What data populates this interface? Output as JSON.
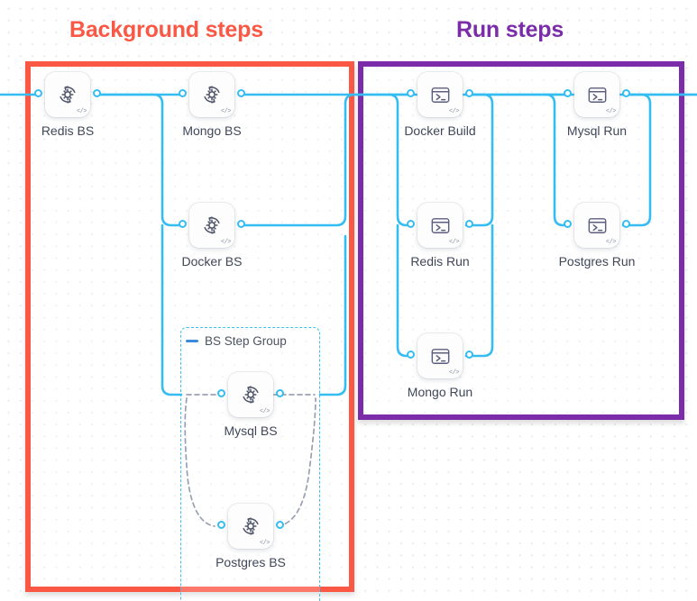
{
  "sections": [
    {
      "id": "background",
      "title": "Background steps",
      "color": "#fb5745"
    },
    {
      "id": "run",
      "title": "Run steps",
      "color": "#7b2ca8"
    }
  ],
  "group": {
    "label": "BS Step Group",
    "collapse_icon": "minus-icon",
    "border_color": "#3ec0f0"
  },
  "nodes": [
    {
      "id": "redis-bs",
      "label": "Redis BS",
      "icon": "gear-sync-icon",
      "badge": "</>"
    },
    {
      "id": "mongo-bs",
      "label": "Mongo BS",
      "icon": "gear-sync-icon",
      "badge": "</>"
    },
    {
      "id": "docker-bs",
      "label": "Docker BS",
      "icon": "gear-sync-icon",
      "badge": "</>"
    },
    {
      "id": "mysql-bs",
      "label": "Mysql BS",
      "icon": "gear-sync-icon",
      "badge": "</>"
    },
    {
      "id": "postgres-bs",
      "label": "Postgres BS",
      "icon": "gear-sync-icon",
      "badge": "</>"
    },
    {
      "id": "docker-build",
      "label": "Docker Build",
      "icon": "terminal-icon",
      "badge": "</>"
    },
    {
      "id": "mysql-run",
      "label": "Mysql Run",
      "icon": "terminal-icon",
      "badge": "</>"
    },
    {
      "id": "redis-run",
      "label": "Redis Run",
      "icon": "terminal-icon",
      "badge": "</>"
    },
    {
      "id": "postgres-run",
      "label": "Postgres Run",
      "icon": "terminal-icon",
      "badge": "</>"
    },
    {
      "id": "mongo-run",
      "label": "Mongo Run",
      "icon": "terminal-icon",
      "badge": "</>"
    }
  ],
  "edge_color": "#35bdf2",
  "dashed_edge_color": "#9aa0b4",
  "canvas": {
    "background": "#ffffff",
    "dot_color": "#e2e6ea"
  }
}
